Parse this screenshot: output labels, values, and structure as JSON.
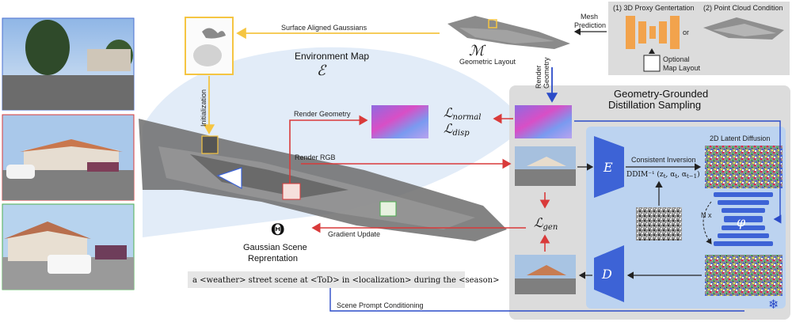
{
  "labels": {
    "surface_aligned": "Surface Aligned Gaussians",
    "environment_map": "Environment Map",
    "env_symbol": "ℰ",
    "initialization": "Initialization",
    "render_geometry": "Render Geometry",
    "render_rgb": "Render RGB",
    "gradient_update": "Gradient Update",
    "gaussian_scene_line1": "Gaussian Scene",
    "gaussian_scene_line2": "Reprentation",
    "theta_symbol": "Θ",
    "geometric_layout": "Geometric Layout",
    "m_symbol": "ℳ",
    "mesh_prediction_line1": "Mesh",
    "mesh_prediction_line2": "Prediction",
    "render_geometry_vertical_line1": "Render",
    "render_geometry_vertical_line2": "Geometry",
    "proxy_gen": "(1) 3D Proxy Gentertation",
    "or": "or",
    "point_cloud_condition": "(2) Point Cloud Condition",
    "optional_line1": "Optional",
    "optional_line2": "Map Layout",
    "distill_line1": "Geometry-Grounded",
    "distill_line2": "Distillation Sampling",
    "latent_diffusion": "2D Latent Diffusion",
    "consistent_inversion": "Consistent Inversion",
    "ddim_formula": "DDIM⁻¹ (z",
    "encoder": "E",
    "decoder": "D",
    "phi": "φ",
    "nx": "N x",
    "l_normal": "normal",
    "l_disp": "disp",
    "l_gen": "gen",
    "l_symbol": "ℒ",
    "prompt": "a <weather> street scene at <ToD> in <localization> during the <season>",
    "scene_prompt": "Scene Prompt Conditioning",
    "snowflake": "❄"
  },
  "colors": {
    "yellow_arrow": "#f5c542",
    "red_arrow": "#d93a3a",
    "blue_arrow": "#2b4bc8",
    "panel_gray": "#dcdcdc",
    "latent_blue": "#bcd3f0",
    "network_blue": "#3d63d6",
    "proxy_orange": "#f2a34c",
    "env_sky": "#dde9f7"
  }
}
